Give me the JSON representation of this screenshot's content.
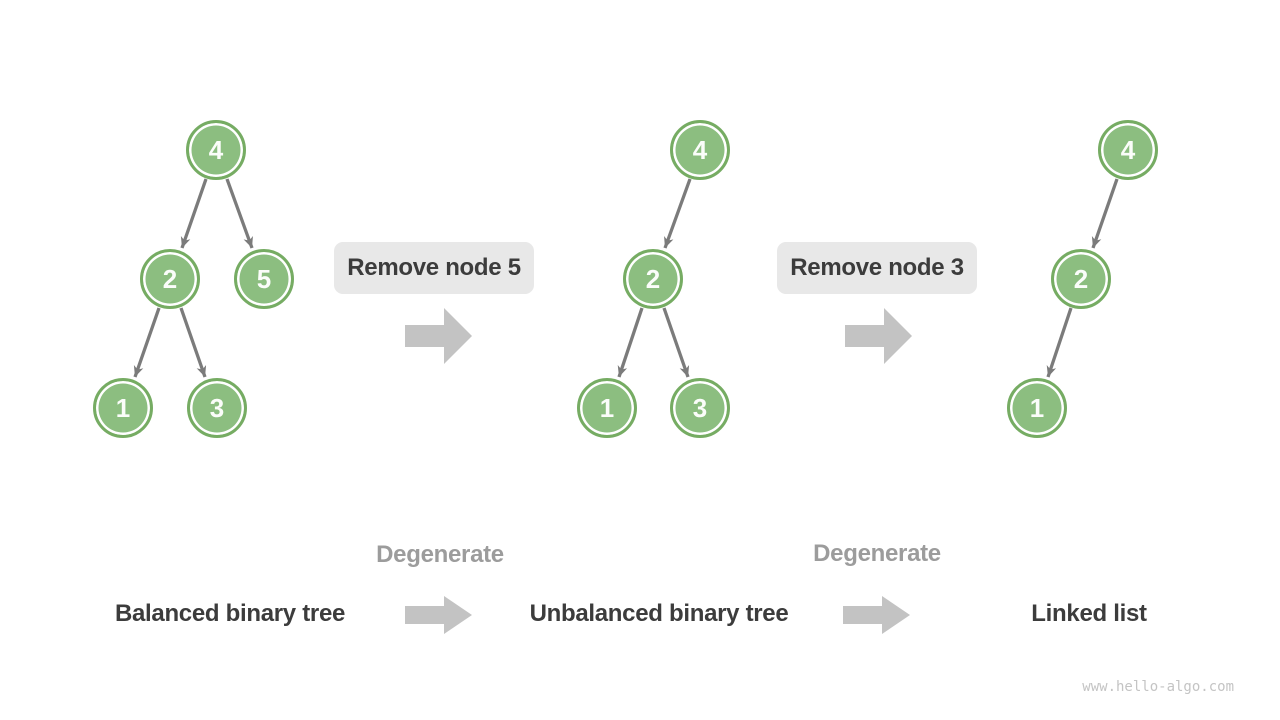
{
  "diagram": {
    "topic": "binary tree degenerating into a linked list"
  },
  "colors": {
    "node_fill": "#8CBE80",
    "node_border": "#76AC63",
    "node_inner_ring": "#ffffff",
    "node_text": "#fbfdfa",
    "edge_gray": "#7b7b7b",
    "block_arrow_gray": "#c3c3c3",
    "badge_background": "#e8e8e8",
    "dark_text": "#3c3c3c",
    "gray_text": "#9c9c9c",
    "watermark_text": "#c4c4c4",
    "background": "#ffffff"
  },
  "trees": [
    {
      "label": "Balanced binary tree",
      "nodes": [
        {
          "value": "4"
        },
        {
          "value": "2"
        },
        {
          "value": "5"
        },
        {
          "value": "1"
        },
        {
          "value": "3"
        }
      ]
    },
    {
      "label": "Unbalanced binary tree",
      "nodes": [
        {
          "value": "4"
        },
        {
          "value": "2"
        },
        {
          "value": "1"
        },
        {
          "value": "3"
        }
      ]
    },
    {
      "label": "Linked list",
      "nodes": [
        {
          "value": "4"
        },
        {
          "value": "2"
        },
        {
          "value": "1"
        }
      ]
    }
  ],
  "steps": [
    {
      "label": "Remove node 5"
    },
    {
      "label": "Remove node 3"
    }
  ],
  "degenerate": {
    "first": "Degenerate",
    "second": "Degenerate"
  },
  "watermark": "www.hello-algo.com"
}
